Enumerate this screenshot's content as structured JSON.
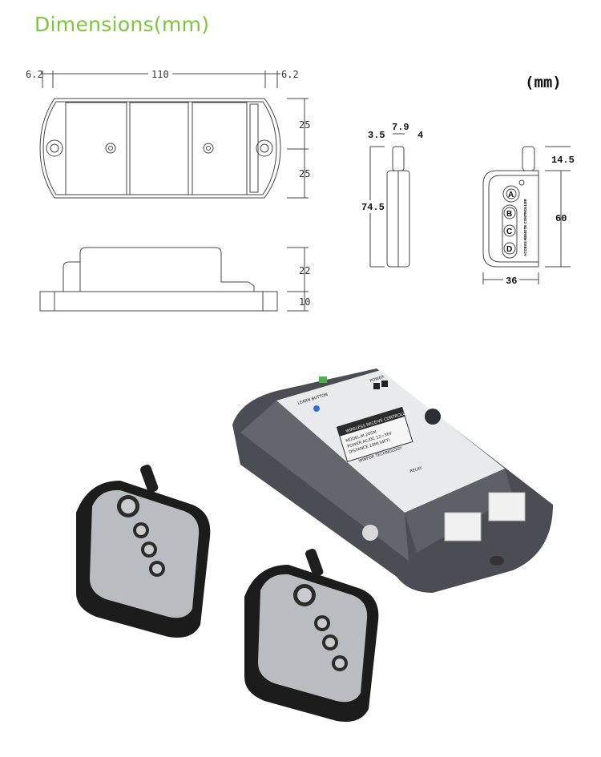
{
  "title": "Dimensions(mm)",
  "unit_label": "(mm)",
  "receiver_drawing": {
    "dims": {
      "left_offset": "6.2",
      "length": "110",
      "right_offset": "6.2",
      "upper_half_width": "25",
      "lower_half_width": "25",
      "body_height": "22",
      "base_height": "10"
    }
  },
  "remote_drawing": {
    "dims": {
      "left": "3.5",
      "thickness": "7.9",
      "right": "4",
      "total_length": "74.5",
      "antenna": "14.5",
      "body_length": "60",
      "width": "36"
    },
    "buttons": [
      "A",
      "B",
      "C",
      "D"
    ],
    "side_text": "ACCESS REMOTE CONTROLLER"
  },
  "photo": {
    "label_title": "WIRELESS RECEIVE CONTROLLER",
    "label_lines": [
      "MODEL:M-205M",
      "POWER:AC/DC 12~36V",
      "DISTANCE:10M(34FT)"
    ],
    "label_footer": "WINFOR TECHNOLOGY",
    "power_label": "POWER",
    "learn_label": "LEARN BUTTON",
    "relay_label": "RELAY",
    "colors": {
      "housing": "#55595f",
      "remote_face": "#b9bcc0",
      "remote_rubber": "#1c1c1c",
      "label_bg": "#f2f2f2"
    }
  }
}
